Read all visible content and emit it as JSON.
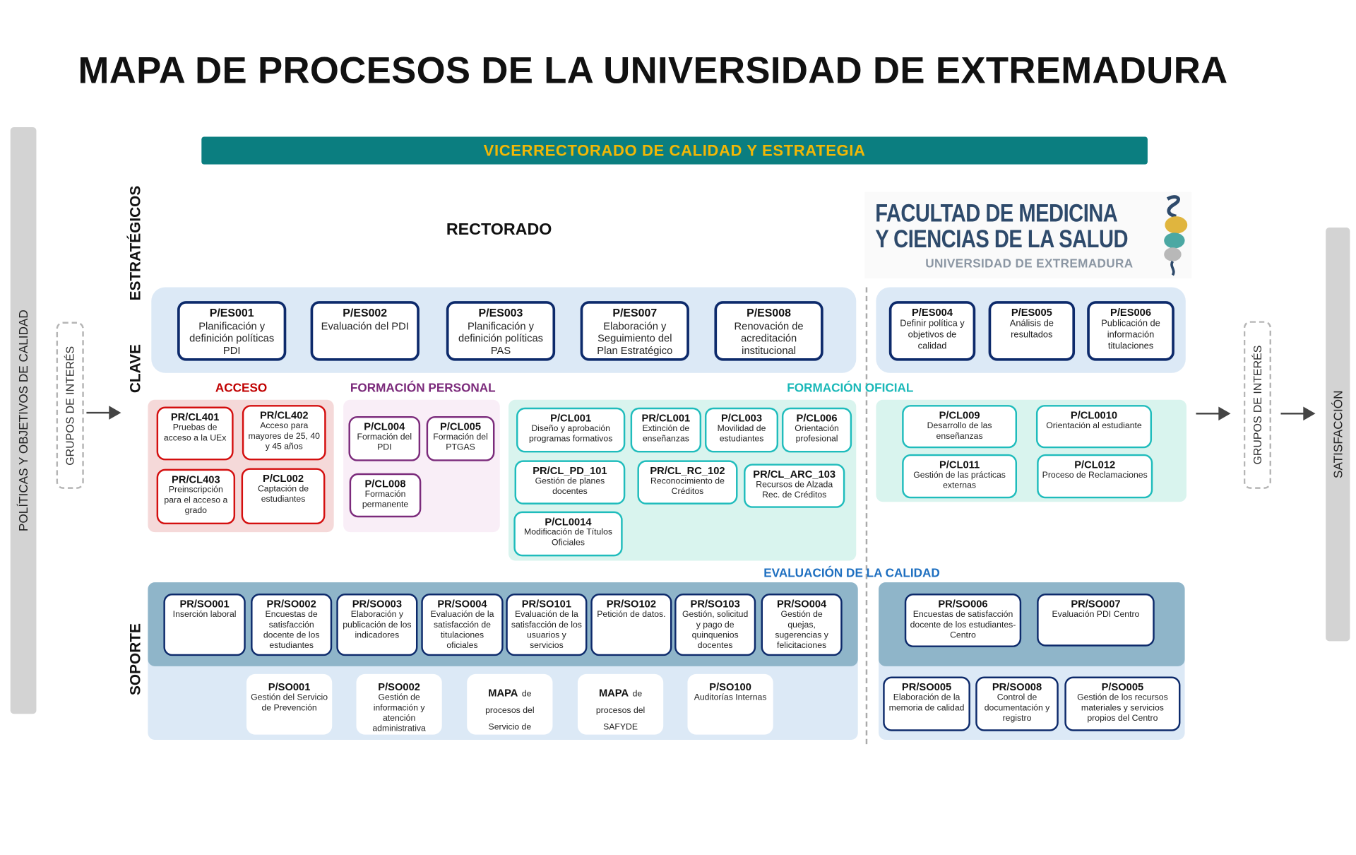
{
  "title": "MAPA DE PROCESOS DE LA UNIVERSIDAD DE EXTREMADURA",
  "banner": "VICERRECTORADO DE CALIDAD Y ESTRATEGIA",
  "left_bar": "POLÍTICAS Y OBJETIVOS DE CALIDAD",
  "right_bar": "SATISFACCIÓN",
  "stakeholders_left": "GRUPOS DE INTERÉS",
  "stakeholders_right": "GRUPOS DE INTERÉS",
  "row_labels": {
    "strategic": "ESTRATÉGICOS",
    "key": "CLAVE",
    "support": "SOPORTE"
  },
  "rectorado": "RECTORADO",
  "logo": {
    "line1": "FACULTAD DE MEDICINA",
    "line2": "Y CIENCIAS DE LA SALUD",
    "line3": "UNIVERSIDAD DE EXTREMADURA"
  },
  "sections": {
    "acceso": "ACCESO",
    "formacion_personal": "FORMACIÓN PERSONAL",
    "formacion_oficial": "FORMACIÓN OFICIAL",
    "evaluacion": "EVALUACIÓN DE LA CALIDAD"
  },
  "colors": {
    "banner": "#0b7e80",
    "banner_text": "#f2b705",
    "acceso": "#c00000",
    "formacion_personal": "#7b2a7b",
    "formacion_oficial": "#1ab8b8",
    "evaluacion": "#1e6fc0"
  },
  "strategic_university": [
    {
      "code": "P/ES001",
      "desc": "Planificación y definición políticas PDI"
    },
    {
      "code": "P/ES002",
      "desc": "Evaluación del PDI"
    },
    {
      "code": "P/ES003",
      "desc": "Planificación y definición políticas PAS"
    },
    {
      "code": "P/ES007",
      "desc": "Elaboración y Seguimiento del Plan Estratégico"
    },
    {
      "code": "P/ES008",
      "desc": "Renovación de acreditación institucional"
    }
  ],
  "strategic_centre": [
    {
      "code": "P/ES004",
      "desc": "Definir política y objetivos de calidad"
    },
    {
      "code": "P/ES005",
      "desc": "Análisis de resultados"
    },
    {
      "code": "P/ES006",
      "desc": "Publicación de información titulaciones"
    }
  ],
  "acceso": [
    {
      "code": "PR/CL401",
      "desc": "Pruebas de acceso a la UEx"
    },
    {
      "code": "PR/CL402",
      "desc": "Acceso para mayores de 25, 40 y 45 años"
    },
    {
      "code": "PR/CL403",
      "desc": "Preinscripción para el acceso a grado"
    },
    {
      "code": "P/CL002",
      "desc": "Captación de estudiantes"
    }
  ],
  "formacion_personal": [
    {
      "code": "P/CL004",
      "desc": "Formación del PDI"
    },
    {
      "code": "P/CL005",
      "desc": "Formación del PTGAS"
    },
    {
      "code": "P/CL008",
      "desc": "Formación permanente"
    }
  ],
  "formacion_oficial": [
    {
      "code": "P/CL001",
      "desc": "Diseño y aprobación programas formativos"
    },
    {
      "code": "PR/CL001",
      "desc": "Extinción de enseñanzas"
    },
    {
      "code": "P/CL003",
      "desc": "Movilidad de estudiantes"
    },
    {
      "code": "P/CL006",
      "desc": "Orientación profesional"
    },
    {
      "code": "PR/CL_PD_101",
      "desc": "Gestión de planes docentes"
    },
    {
      "code": "PR/CL_RC_102",
      "desc": "Reconocimiento de Créditos"
    },
    {
      "code": "PR/CL_ARC_103",
      "desc": "Recursos de Alzada Rec. de Créditos"
    },
    {
      "code": "P/CL0014",
      "desc": "Modificación de Títulos Oficiales"
    }
  ],
  "formacion_oficial_centre": [
    {
      "code": "P/CL009",
      "desc": "Desarrollo de las enseñanzas"
    },
    {
      "code": "P/CL0010",
      "desc": "Orientación al estudiante"
    },
    {
      "code": "P/CL011",
      "desc": "Gestión de las prácticas externas"
    },
    {
      "code": "P/CL012",
      "desc": "Proceso de Reclamaciones"
    }
  ],
  "evaluacion_university": [
    {
      "code": "PR/SO001",
      "desc": "Inserción laboral"
    },
    {
      "code": "PR/SO002",
      "desc": "Encuestas de satisfacción docente de los estudiantes"
    },
    {
      "code": "PR/SO003",
      "desc": "Elaboración y publicación de los indicadores"
    },
    {
      "code": "PR/SO004",
      "desc": "Evaluación de la satisfacción de titulaciones oficiales"
    },
    {
      "code": "PR/SO101",
      "desc": "Evaluación de la satisfacción de los usuarios y servicios"
    },
    {
      "code": "PR/SO102",
      "desc": "Petición de datos."
    },
    {
      "code": "PR/SO103",
      "desc": "Gestión, solicitud y pago de quinquenios docentes"
    },
    {
      "code": "PR/SO004",
      "desc": "Gestión de quejas, sugerencias y felicitaciones"
    }
  ],
  "support_university": [
    {
      "code": "P/SO001",
      "desc": "Gestión del Servicio de Prevención"
    },
    {
      "code": "P/SO002",
      "desc": "Gestión de información y atención administrativa"
    },
    {
      "code": "MAPA",
      "desc": "de procesos del Servicio de Bibliotecas"
    },
    {
      "code": "MAPA",
      "desc": "de procesos del SAFYDE"
    },
    {
      "code": "P/SO100",
      "desc": "Auditorías Internas"
    }
  ],
  "evaluacion_centre": [
    {
      "code": "PR/SO006",
      "desc": "Encuestas de satisfacción docente de los estudiantes-Centro"
    },
    {
      "code": "PR/SO007",
      "desc": "Evaluación PDI Centro"
    }
  ],
  "support_centre": [
    {
      "code": "PR/SO005",
      "desc": "Elaboración de la memoria de calidad"
    },
    {
      "code": "PR/SO008",
      "desc": "Control de documentación y registro"
    },
    {
      "code": "P/SO005",
      "desc": "Gestión de los recursos materiales y servicios propios del Centro"
    }
  ]
}
